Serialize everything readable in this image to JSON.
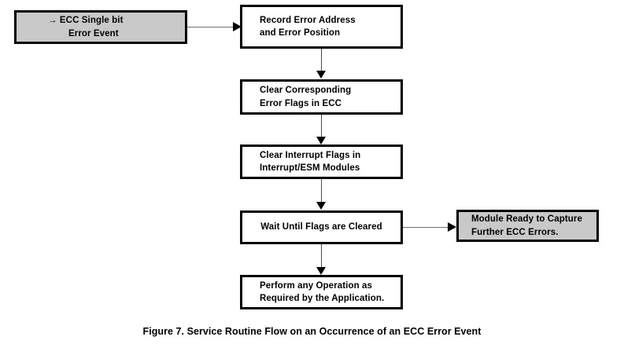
{
  "figure": {
    "caption": "Figure 7. Service Routine Flow on an Occurrence of an ECC Error Event",
    "background_color": "#ffffff",
    "box_border_color": "#000000",
    "gray_fill_color": "#c9c9c9",
    "white_fill_color": "#ffffff",
    "connector_color": "#4a4a4a"
  },
  "nodes": [
    {
      "id": "ecc-single-bit-error-event",
      "label": "→  ECC Single bit\nError Event",
      "fill": "gray",
      "role": "event-trigger"
    },
    {
      "id": "record-error-address",
      "label": "Record Error Address\nand Error Position",
      "fill": "white",
      "role": "process-step",
      "step": 1
    },
    {
      "id": "clear-error-flags-ecc",
      "label": "Clear Corresponding\nError Flags in ECC",
      "fill": "white",
      "role": "process-step",
      "step": 2
    },
    {
      "id": "clear-interrupt-flags",
      "label": "Clear Interrupt Flags in\nInterrupt/ESM Modules",
      "fill": "white",
      "role": "process-step",
      "step": 3
    },
    {
      "id": "wait-until-flags-cleared",
      "label": "Wait Until Flags are Cleared",
      "fill": "white",
      "role": "process-step",
      "step": 4
    },
    {
      "id": "module-ready-note",
      "label": "Module Ready to Capture\nFurther ECC Errors.",
      "fill": "gray",
      "role": "status-note"
    },
    {
      "id": "perform-operation",
      "label": "Perform any Operation as\nRequired by the Application.",
      "fill": "white",
      "role": "process-step",
      "step": 5
    }
  ],
  "connections": [
    {
      "from": "ecc-single-bit-error-event",
      "to": "record-error-address",
      "direction": "right"
    },
    {
      "from": "record-error-address",
      "to": "clear-error-flags-ecc",
      "direction": "down"
    },
    {
      "from": "clear-error-flags-ecc",
      "to": "clear-interrupt-flags",
      "direction": "down"
    },
    {
      "from": "clear-interrupt-flags",
      "to": "wait-until-flags-cleared",
      "direction": "down"
    },
    {
      "from": "wait-until-flags-cleared",
      "to": "module-ready-note",
      "direction": "right"
    },
    {
      "from": "wait-until-flags-cleared",
      "to": "perform-operation",
      "direction": "down"
    }
  ]
}
